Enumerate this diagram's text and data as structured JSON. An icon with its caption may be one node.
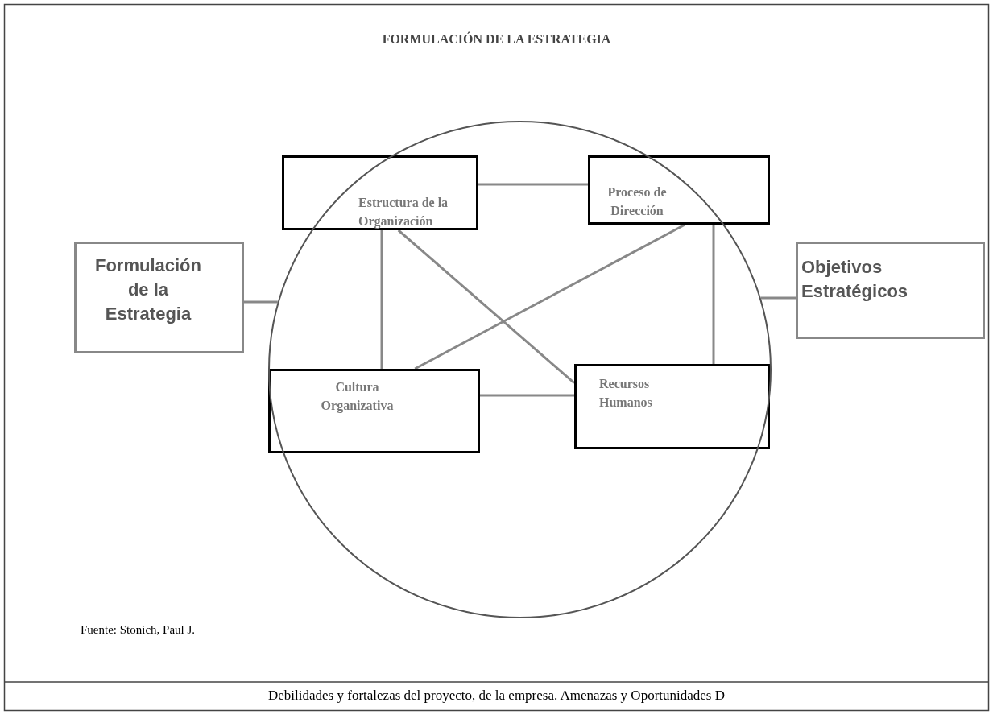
{
  "diagram": {
    "title": "FORMULACIÓN DE LA ESTRATEGIA",
    "caption": "Debilidades y fortalezas del proyecto, de la empresa. Amenazas y Oportunidades D",
    "nodes": [
      {
        "text": [],
        "shape": "circle"
      },
      {
        "text": [
          "Estructura de la Organización"
        ],
        "in": 0
      },
      {
        "text": [
          "Proceso de Dirección"
        ],
        "in": 0
      },
      {
        "text": [
          "Formulación de la Estrategia"
        ]
      },
      {
        "text": [
          "Objetivos Estratégicos"
        ]
      },
      {
        "text": [
          "Cultura Organizativa"
        ],
        "in": 0
      },
      {
        "text": [
          "Recursos Humanos"
        ],
        "in": 0
      }
    ],
    "edges": [
      {
        "from": 1,
        "to": 2,
        "arrow": "none"
      },
      {
        "from": 5,
        "to": 6,
        "arrow": "none"
      },
      {
        "from": 1,
        "to": 5,
        "arrow": "none"
      },
      {
        "from": 1,
        "to": 6,
        "arrow": "none"
      },
      {
        "from": 2,
        "to": 6,
        "arrow": "none"
      },
      {
        "from": 2,
        "to": 5,
        "arrow": "none"
      },
      {
        "from": 3,
        "to": 0,
        "arrow": "none"
      },
      {
        "from": 0,
        "to": 4,
        "arrow": "none"
      }
    ],
    "labels": [
      "Fuente: Stonich, Paul J."
    ]
  }
}
